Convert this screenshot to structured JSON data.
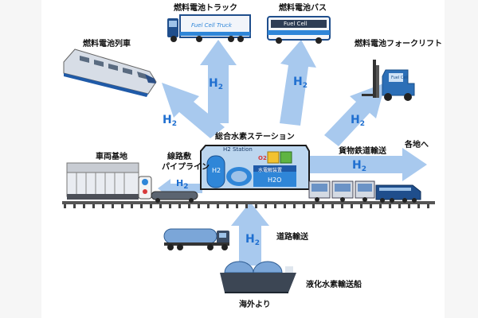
{
  "colors": {
    "arrow": "#a8c9ee",
    "h2_text": "#1f6fd0",
    "station": "#bcd6ef",
    "track": "#555555",
    "text": "#111111"
  },
  "labels": {
    "fc_truck": "燃料電池トラック",
    "fc_bus": "燃料電池バス",
    "fc_train": "燃料電池列車",
    "fc_forklift": "燃料電池フォークリフト",
    "station": "総合水素ステーション",
    "depot": "車両基地",
    "pipeline_line1": "線路敷",
    "pipeline_line2": "パイプライン",
    "freight": "貨物鉄道輸送",
    "destinations": "各地へ",
    "road": "道路輸送",
    "ship": "液化水素輸送船",
    "overseas": "海外より"
  },
  "h2": {
    "symbol": "H",
    "subscript": "2"
  },
  "vehicle_text": {
    "truck": "Fuel Cell Truck",
    "bus": "Fuel Cell",
    "station_sign": "H2 Station",
    "electrolysis": "水電解装置",
    "water": "H2O",
    "o2": "O2",
    "h2_tank": "H2",
    "forklift": "Fuel Cell"
  },
  "icons": [
    "train-icon",
    "truck-icon",
    "bus-icon",
    "forklift-icon",
    "station-icon",
    "railcar-icon",
    "tank-truck-icon",
    "ship-icon",
    "freight-train-icon"
  ]
}
